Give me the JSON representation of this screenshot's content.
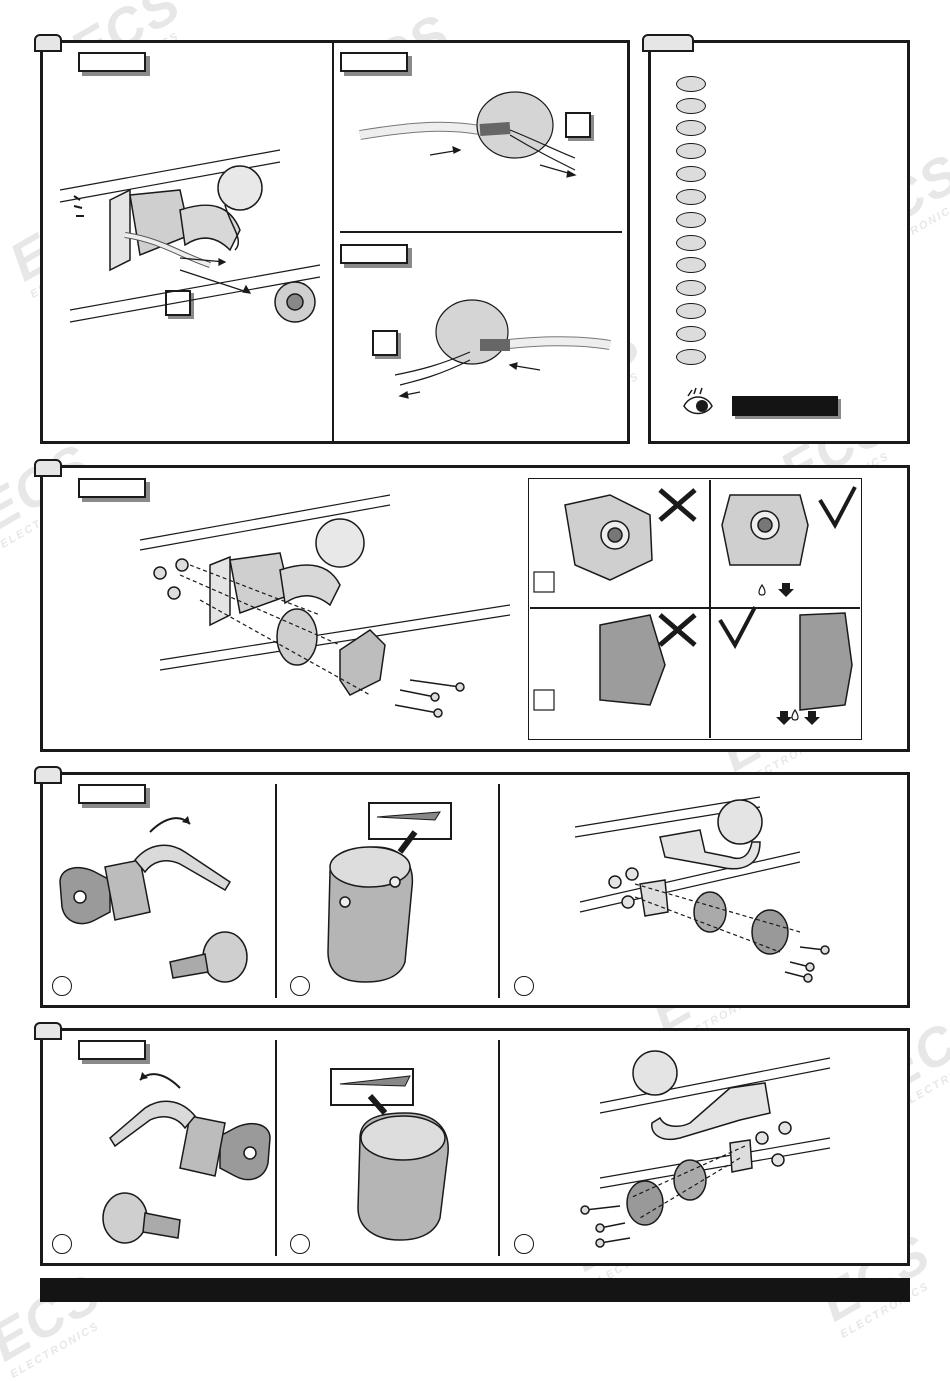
{
  "watermark": {
    "brand": "ECS",
    "sub": "ELECTRONICS"
  },
  "panels": {
    "p1": {
      "tag": "",
      "label": ""
    },
    "p2": {
      "tag": "",
      "legend_count": 13
    },
    "p3": {
      "tag": "",
      "label": ""
    },
    "p4": {
      "tag": "",
      "label": ""
    },
    "p5": {
      "tag": "",
      "label": ""
    }
  },
  "colors": {
    "ink": "#1a1a1a",
    "shade": "#8a8a8a",
    "fill": "#dcdcdc",
    "footer": "#141414"
  },
  "icons": [
    "eye-icon",
    "cross-mark-icon",
    "check-mark-icon",
    "arrow-icon",
    "water-drop-icon"
  ]
}
